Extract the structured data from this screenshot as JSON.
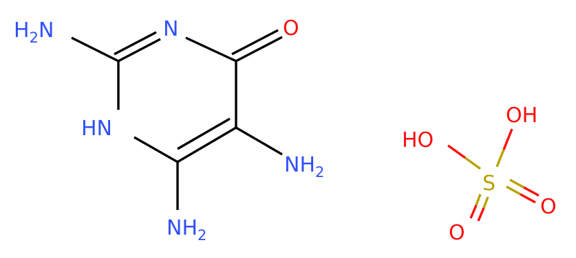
{
  "molecules": {
    "pyrimidinone": {
      "atoms": {
        "amino_2": {
          "main": "H",
          "sub": "2",
          "tail": "N"
        },
        "ring_n3": {
          "text": "N"
        },
        "ring_nh": {
          "text": "HN"
        },
        "carbonyl_o": {
          "text": "O"
        },
        "amino_5": {
          "main": "NH",
          "sub": "2"
        },
        "amino_6": {
          "main": "NH",
          "sub": "2"
        }
      }
    },
    "sulfuric_acid": {
      "atoms": {
        "hydroxyl_left": {
          "text": "HO"
        },
        "hydroxyl_top": {
          "text": "OH"
        },
        "sulfur": {
          "text": "S"
        },
        "oxo_right": {
          "text": "O"
        },
        "oxo_bottom": {
          "text": "O"
        }
      }
    }
  },
  "colors": {
    "nitrogen": "#3050F8",
    "oxygen": "#FF0D0D",
    "sulfur": "#B8A200",
    "bond": "#000000",
    "background": "#FFFFFF"
  }
}
